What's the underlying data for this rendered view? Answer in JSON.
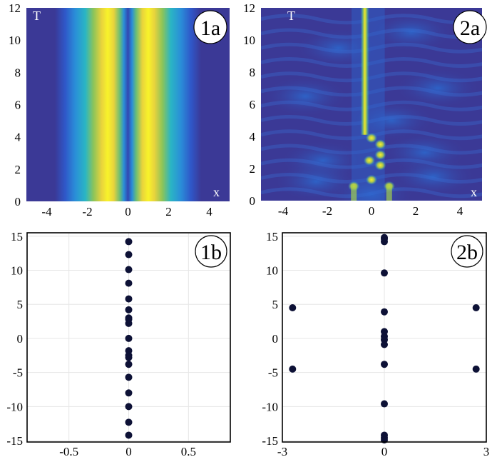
{
  "chart_data": [
    {
      "panel": "1a",
      "type": "heatmap",
      "xlabel": "x",
      "ylabel": "T",
      "xlim": [
        -5,
        5
      ],
      "ylim": [
        0,
        12
      ],
      "xticks": [
        "-4",
        "-2",
        "0",
        "2",
        "4"
      ],
      "yticks": [
        "0",
        "2",
        "4",
        "6",
        "8",
        "10",
        "12"
      ],
      "colormap": "parula",
      "intensity_peaks_x": [
        -1.0,
        1.0
      ],
      "intensity_min_x": 0.0,
      "description_values": {
        "pattern": "stationary two-lobe profile, constant in T"
      }
    },
    {
      "panel": "2a",
      "type": "heatmap",
      "xlabel": "x",
      "ylabel": "T",
      "xlim": [
        -5,
        5
      ],
      "ylim": [
        0,
        12
      ],
      "xticks": [
        "-4",
        "-2",
        "0",
        "2",
        "4"
      ],
      "yticks": [
        "0",
        "2",
        "4",
        "6",
        "8",
        "10",
        "12"
      ],
      "colormap": "parula",
      "bright_spots": [
        {
          "x": -0.8,
          "t": 0.9
        },
        {
          "x": 0.8,
          "t": 0.9
        },
        {
          "x": 0.0,
          "t": 1.3
        },
        {
          "x": -0.1,
          "t": 2.5
        },
        {
          "x": 0.4,
          "t": 2.2
        },
        {
          "x": 0.4,
          "t": 2.85
        },
        {
          "x": 0.4,
          "t": 3.5
        },
        {
          "x": 0.0,
          "t": 3.9
        }
      ],
      "beam": {
        "x": -0.3,
        "t_start": 4.1,
        "t_end": 12
      }
    },
    {
      "panel": "1b",
      "type": "scatter",
      "xlim": [
        -0.85,
        0.85
      ],
      "ylim": [
        -15.2,
        15.5
      ],
      "grid": true,
      "xticks": [
        "-0.5",
        "0",
        "0.5"
      ],
      "yticks": [
        "-15",
        "-10",
        "-5",
        "0",
        "5",
        "10",
        "15"
      ],
      "x": [
        0,
        0,
        0,
        0,
        0,
        0,
        0,
        0,
        0,
        0,
        0,
        0,
        0,
        0,
        0,
        0,
        0,
        0,
        0
      ],
      "y": [
        14.2,
        12.3,
        10.1,
        8.1,
        5.8,
        4.2,
        3.0,
        2.2,
        0.0,
        -1.8,
        -2.5,
        -3.8,
        -5.7,
        -8.0,
        -10.0,
        -12.3,
        -14.2,
        2.8,
        -2.8
      ]
    },
    {
      "panel": "2b",
      "type": "scatter",
      "xlim": [
        -3,
        3
      ],
      "ylim": [
        -15.2,
        15.5
      ],
      "grid": true,
      "xticks": [
        "-3",
        "0",
        "3"
      ],
      "yticks": [
        "-15",
        "-10",
        "-5",
        "0",
        "5",
        "10",
        "15"
      ],
      "x": [
        -2.7,
        -2.7,
        2.7,
        2.7,
        0,
        0,
        0,
        0,
        0,
        0,
        0,
        0,
        0,
        0,
        0,
        0,
        0,
        0
      ],
      "y": [
        4.5,
        -4.5,
        4.5,
        -4.5,
        14.6,
        14.2,
        9.6,
        3.9,
        1.0,
        0.3,
        -0.2,
        -0.9,
        -3.8,
        -9.6,
        -14.2,
        -14.6,
        14.8,
        -14.9
      ]
    }
  ],
  "badges": {
    "p1a": "1a",
    "p2a": "2a",
    "p1b": "1b",
    "p2b": "2b"
  },
  "labels": {
    "t": "T",
    "x": "x"
  },
  "colors": {
    "parula_dark": "#3b3996",
    "parula_blue": "#2d7fe0",
    "parula_cyan": "#2ab5c4",
    "parula_green": "#8bc45a",
    "parula_yellow": "#f8f32a",
    "marker": "#0d1136",
    "grid": "#e6e6e6"
  }
}
